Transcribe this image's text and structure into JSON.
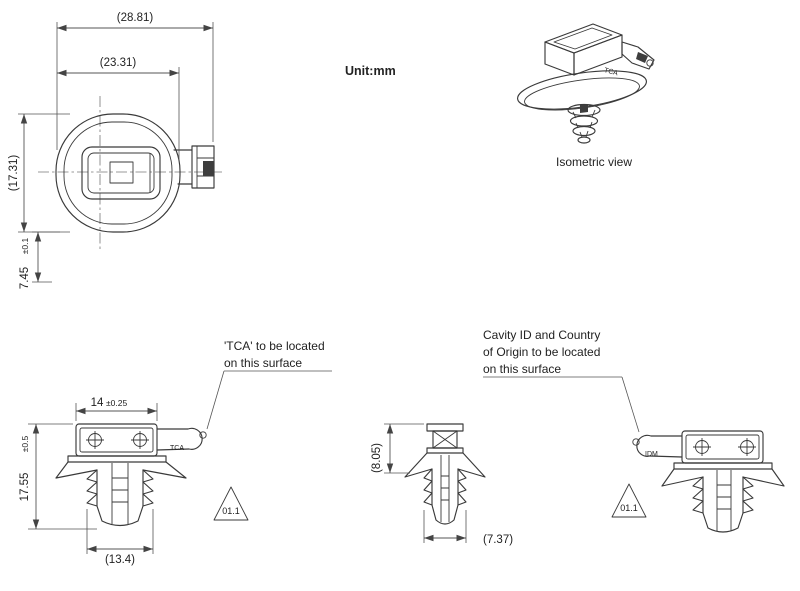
{
  "unit_label": "Unit:mm",
  "isometric": {
    "label": "Isometric view",
    "surface_mark": "TCA"
  },
  "top_view": {
    "dim_total_width": "(28.81)",
    "dim_body_width": "(23.31)",
    "dim_height": "(17.31)",
    "dim_offset": "7.45",
    "dim_offset_tol": "±0.1"
  },
  "front_view": {
    "dim_head_width": "14",
    "dim_head_width_tol": "±0.25",
    "dim_height": "17.55",
    "dim_height_tol": "±0.5",
    "dim_stem_width": "(13.4)",
    "surface_mark": "TCA",
    "rev_flag": "01.1",
    "note_line1": "'TCA' to be located",
    "note_line2": "on this surface"
  },
  "side_view": {
    "dim_height": "(8.05)",
    "dim_width": "(7.37)"
  },
  "right_view": {
    "surface_mark": "IDM",
    "rev_flag": "01.1",
    "note_line1": "Cavity ID and Country",
    "note_line2": "of Origin to be located",
    "note_line3": "on this surface"
  }
}
